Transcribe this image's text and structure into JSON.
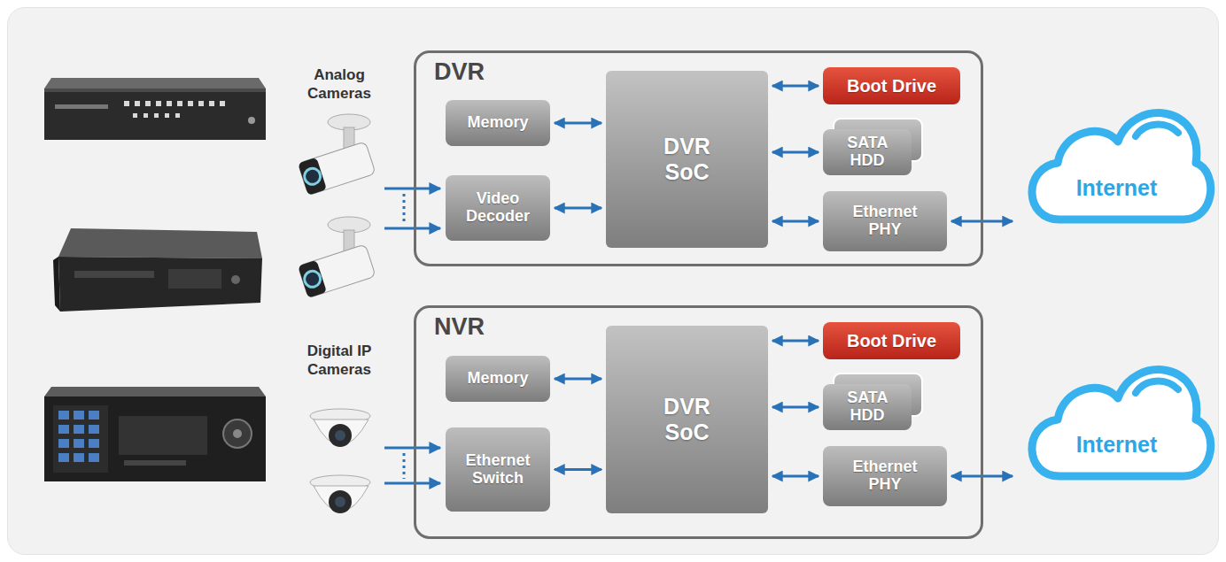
{
  "diagram": {
    "nodes": [
      {
        "text": [
          "DVR"
        ]
      },
      {
        "text": [
          "Memory"
        ],
        "in": 0
      },
      {
        "text": [
          "Video Decoder"
        ],
        "in": 0
      },
      {
        "text": [
          "DVR SoC"
        ],
        "in": 0
      },
      {
        "text": [
          "Boot Drive"
        ],
        "in": 0
      },
      {
        "text": [
          "SATA HDD"
        ],
        "in": 0
      },
      {
        "text": [
          "Ethernet PHY"
        ],
        "in": 0
      },
      {
        "text": [
          "Internet"
        ]
      },
      {
        "text": [
          "NVR"
        ]
      },
      {
        "text": [
          "Memory"
        ],
        "in": 8
      },
      {
        "text": [
          "Ethernet Switch"
        ],
        "in": 8
      },
      {
        "text": [
          "DVR SoC"
        ],
        "in": 8
      },
      {
        "text": [
          "Boot Drive"
        ],
        "in": 8
      },
      {
        "text": [
          "SATA HDD"
        ],
        "in": 8
      },
      {
        "text": [
          "Ethernet PHY"
        ],
        "in": 8
      },
      {
        "text": [
          "Internet"
        ]
      }
    ],
    "edges": [
      {
        "from": 1,
        "to": 3,
        "arrow": "both"
      },
      {
        "from": 2,
        "to": 3,
        "arrow": "both"
      },
      {
        "from": 3,
        "to": 4,
        "arrow": "both"
      },
      {
        "from": 3,
        "to": 5,
        "arrow": "both"
      },
      {
        "from": 3,
        "to": 6,
        "arrow": "both"
      },
      {
        "from": 6,
        "to": 7,
        "arrow": "both"
      },
      {
        "from": 9,
        "to": 11,
        "arrow": "both"
      },
      {
        "from": 10,
        "to": 11,
        "arrow": "both"
      },
      {
        "from": 11,
        "to": 12,
        "arrow": "both"
      },
      {
        "from": 11,
        "to": 13,
        "arrow": "both"
      },
      {
        "from": 11,
        "to": 14,
        "arrow": "both"
      },
      {
        "from": 14,
        "to": 15,
        "arrow": "both"
      }
    ],
    "labels": [
      "Analog Cameras",
      "Digital IP Cameras"
    ]
  }
}
